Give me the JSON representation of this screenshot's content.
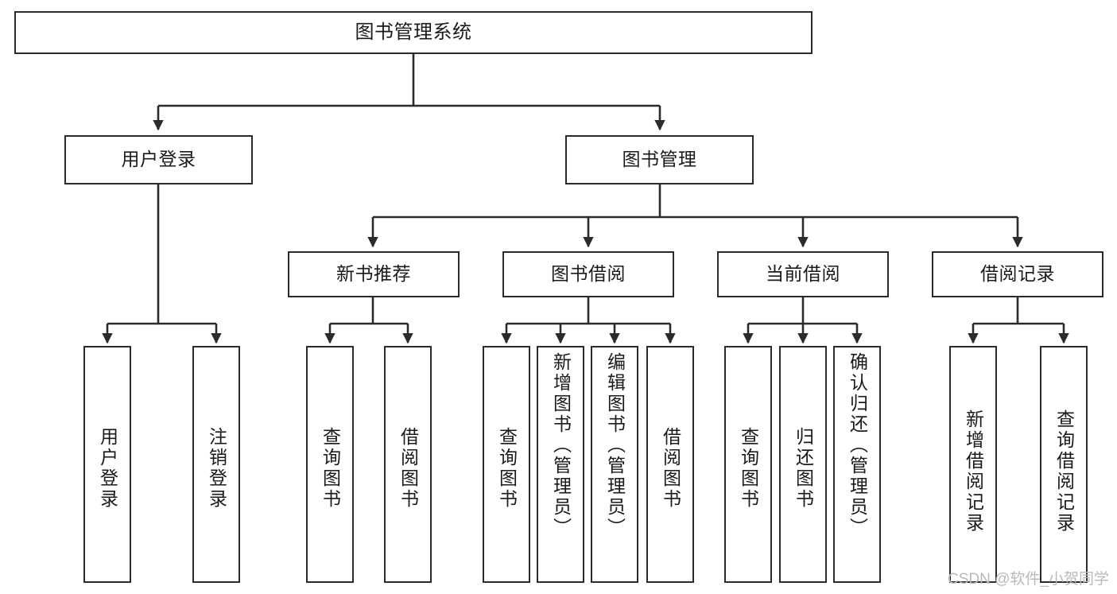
{
  "diagram": {
    "type": "tree",
    "title": "图书管理系统",
    "style": {
      "box_border_color": "#2b2b2b",
      "box_fill": "#ffffff",
      "edge_color": "#2b2b2b",
      "text_color": "#1a1a1a",
      "background": "#ffffff",
      "watermark_color": "#b9b9b9"
    },
    "nodes": {
      "root": {
        "label": "图书管理系统",
        "level": 1,
        "orientation": "horizontal"
      },
      "user_login": {
        "label": "用户登录",
        "level": 2,
        "orientation": "horizontal"
      },
      "book_manage": {
        "label": "图书管理",
        "level": 2,
        "orientation": "horizontal"
      },
      "new_book_rec": {
        "label": "新书推荐",
        "level": 3,
        "orientation": "horizontal"
      },
      "book_borrow": {
        "label": "图书借阅",
        "level": 3,
        "orientation": "horizontal"
      },
      "current_borrow": {
        "label": "当前借阅",
        "level": 3,
        "orientation": "horizontal"
      },
      "borrow_record": {
        "label": "借阅记录",
        "level": 3,
        "orientation": "horizontal"
      },
      "leaf_user_login": {
        "label": "用户登录",
        "level": 4,
        "orientation": "vertical"
      },
      "leaf_logout": {
        "label": "注销登录",
        "level": 4,
        "orientation": "vertical"
      },
      "leaf_query_book_1": {
        "label": "查询图书",
        "level": 4,
        "orientation": "vertical"
      },
      "leaf_borrow_book_1": {
        "label": "借阅图书",
        "level": 4,
        "orientation": "vertical"
      },
      "leaf_query_book_2": {
        "label": "查询图书",
        "level": 4,
        "orientation": "vertical"
      },
      "leaf_add_book": {
        "label": "新增图书（管理员）",
        "level": 4,
        "orientation": "vertical"
      },
      "leaf_edit_book": {
        "label": "编辑图书（管理员）",
        "level": 4,
        "orientation": "vertical"
      },
      "leaf_borrow_book_2": {
        "label": "借阅图书",
        "level": 4,
        "orientation": "vertical"
      },
      "leaf_query_book_3": {
        "label": "查询图书",
        "level": 4,
        "orientation": "vertical"
      },
      "leaf_return_book": {
        "label": "归还图书",
        "level": 4,
        "orientation": "vertical"
      },
      "leaf_confirm_return": {
        "label": "确认归还（管理员）",
        "level": 4,
        "orientation": "vertical"
      },
      "leaf_add_record": {
        "label": "新增借阅记录",
        "level": 4,
        "orientation": "vertical"
      },
      "leaf_query_record": {
        "label": "查询借阅记录",
        "level": 4,
        "orientation": "vertical"
      }
    },
    "edges": [
      {
        "from": "root",
        "to": "user_login"
      },
      {
        "from": "root",
        "to": "book_manage"
      },
      {
        "from": "user_login",
        "to": "leaf_user_login"
      },
      {
        "from": "user_login",
        "to": "leaf_logout"
      },
      {
        "from": "book_manage",
        "to": "new_book_rec"
      },
      {
        "from": "book_manage",
        "to": "book_borrow"
      },
      {
        "from": "book_manage",
        "to": "current_borrow"
      },
      {
        "from": "book_manage",
        "to": "borrow_record"
      },
      {
        "from": "new_book_rec",
        "to": "leaf_query_book_1"
      },
      {
        "from": "new_book_rec",
        "to": "leaf_borrow_book_1"
      },
      {
        "from": "book_borrow",
        "to": "leaf_query_book_2"
      },
      {
        "from": "book_borrow",
        "to": "leaf_add_book"
      },
      {
        "from": "book_borrow",
        "to": "leaf_edit_book"
      },
      {
        "from": "book_borrow",
        "to": "leaf_borrow_book_2"
      },
      {
        "from": "current_borrow",
        "to": "leaf_query_book_3"
      },
      {
        "from": "current_borrow",
        "to": "leaf_return_book"
      },
      {
        "from": "current_borrow",
        "to": "leaf_confirm_return"
      },
      {
        "from": "borrow_record",
        "to": "leaf_add_record"
      },
      {
        "from": "borrow_record",
        "to": "leaf_query_record"
      }
    ]
  },
  "watermark": {
    "text": "CSDN @软件_小贺同学"
  }
}
